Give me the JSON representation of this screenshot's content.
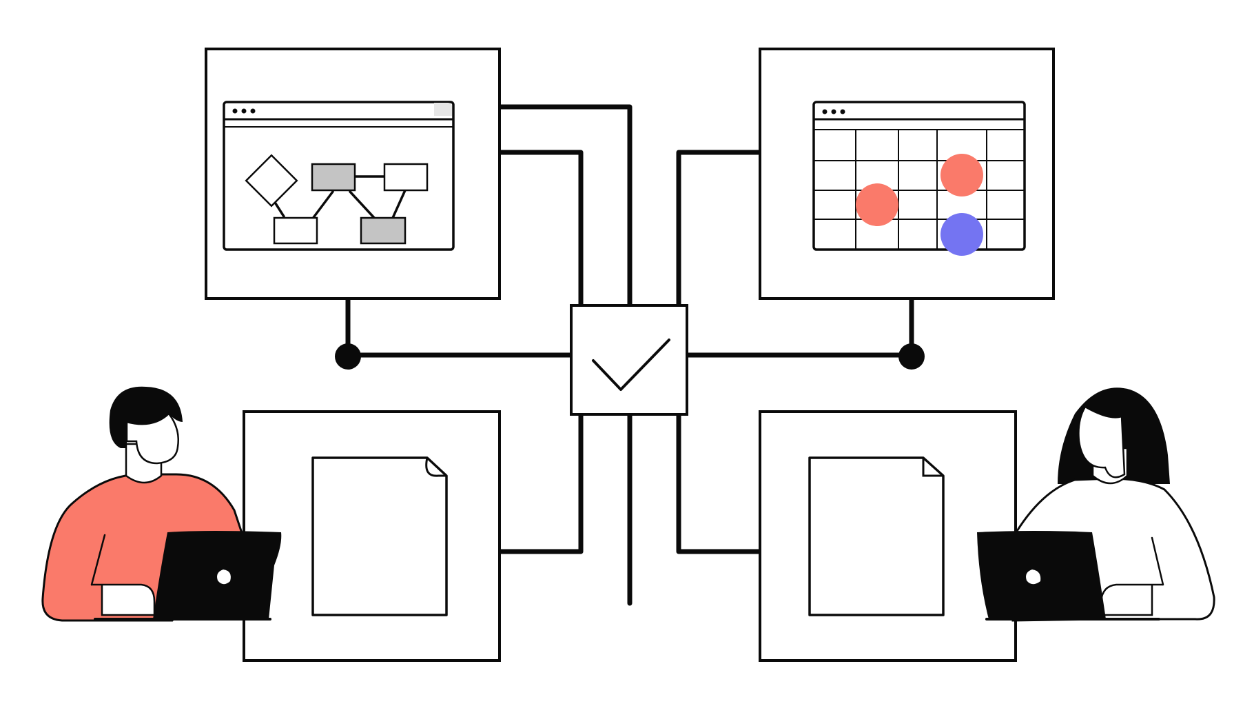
{
  "colors": {
    "ink": "#0a0a0a",
    "paper": "#ffffff",
    "coral": "#fa7a6a",
    "violet": "#7474f2",
    "gray_block": "#c4c4c4",
    "titlebar": "#e6e6e6"
  },
  "icons": {
    "center_hub": "checkmark-icon",
    "window_controls": "three-dots-icon",
    "document": "blank-page-icon",
    "laptop_logo": "apple-logo-icon"
  },
  "calendar": {
    "events": [
      {
        "color": "coral",
        "column": 2,
        "row": 3
      },
      {
        "color": "coral",
        "column": 4,
        "row": 2
      },
      {
        "color": "violet",
        "column": 4,
        "row": 4
      }
    ]
  }
}
